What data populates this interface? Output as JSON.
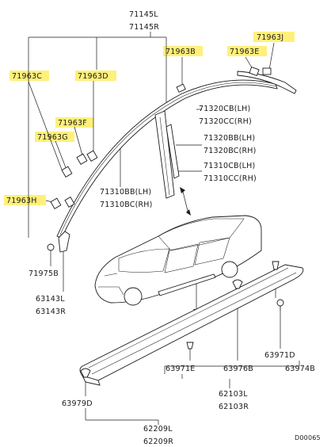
{
  "labels": {
    "l71145L": "71145L",
    "l71145R": "71145R",
    "l71963J": "71963J",
    "l71963B": "71963B",
    "l71963E": "71963E",
    "l71963C": "71963C",
    "l71963D": "71963D",
    "l71320CB": "71320CB(LH)",
    "l71320CC": "71320CC(RH)",
    "l71963F": "71963F",
    "l71963G": "71963G",
    "l71320BB": "71320BB(LH)",
    "l71320BC": "71320BC(RH)",
    "l71310CB": "71310CB(LH)",
    "l71310CC": "71310CC(RH)",
    "l71963H": "71963H",
    "l71310BB": "71310BB(LH)",
    "l71310BC": "71310BC(RH)",
    "l71975B": "71975B",
    "l63143L": "63143L",
    "l63143R": "63143R",
    "l63971D": "63971D",
    "l63971E": "63971E",
    "l63976B": "63976B",
    "l63974B": "63974B",
    "l62103L": "62103L",
    "l62103R": "62103R",
    "l63979D": "63979D",
    "l62209L": "62209L",
    "l62209R": "62209R",
    "diagramId": "D00065"
  },
  "highlight_color": "#fff07a"
}
